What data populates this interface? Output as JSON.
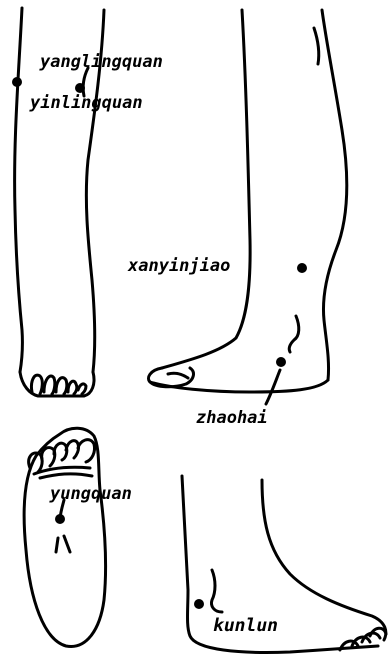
{
  "labels": {
    "yanglingquan": "yanglingquan",
    "yinlingquan": "yinlingquan",
    "xanyinjiao": "xanyinjiao",
    "zhaohai": "zhaohai",
    "yungquan": "yungquan",
    "kunlun": "kunlun"
  },
  "colors": {
    "ink": "#000000",
    "paper": "#ffffff"
  }
}
